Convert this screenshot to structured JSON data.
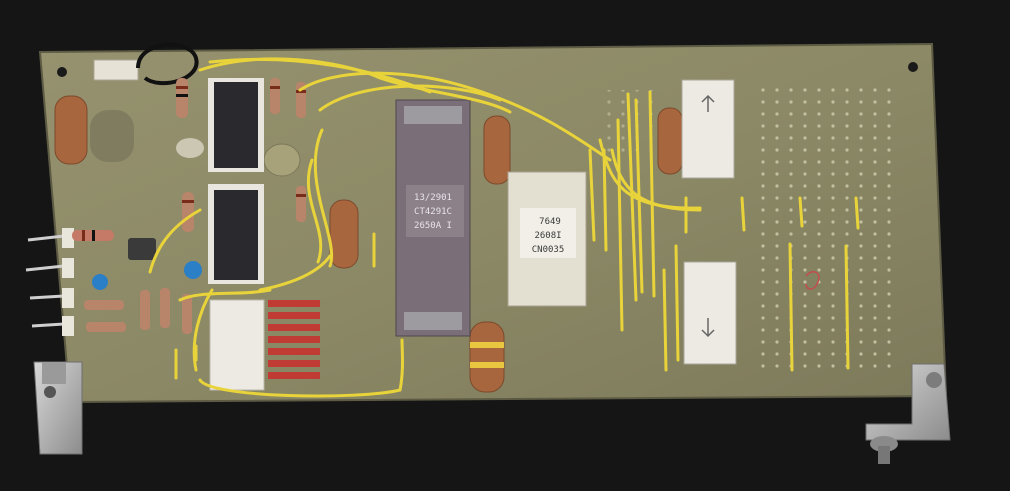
{
  "photo": {
    "subject": "pcb",
    "colors": {
      "background": "#151515",
      "board": "#8d8a68",
      "wire": "#e8d43a",
      "resistor": "#b8846a",
      "capacitor": "#a8663e",
      "chip_ceramic": "#7a6f78",
      "chip_black": "#2a2a2e",
      "socket": "#e8e6df"
    }
  },
  "markings": {
    "cpu_line1": "13/2901",
    "cpu_line2": "CT4291C",
    "cpu_line3": "2650A I",
    "ram_line1": "7649",
    "ram_line2": "2608I",
    "ram_line3": "CN0035"
  }
}
